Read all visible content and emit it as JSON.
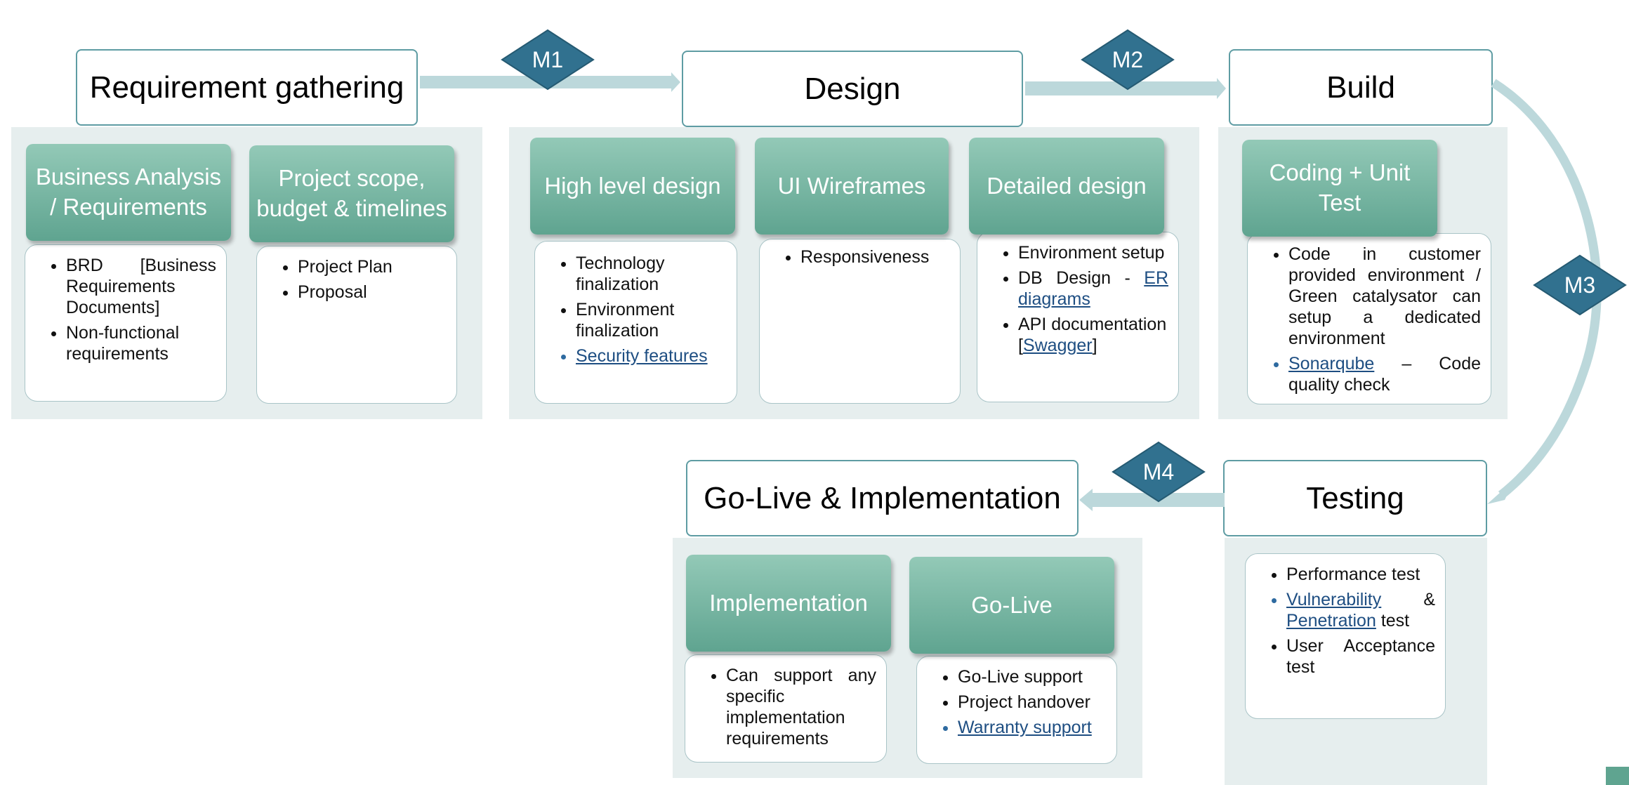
{
  "phases": {
    "requirement": "Requirement gathering",
    "design": "Design",
    "build": "Build",
    "testing": "Testing",
    "golive": "Go-Live & Implementation"
  },
  "milestones": {
    "m1": "M1",
    "m2": "M2",
    "m3": "M3",
    "m4": "M4"
  },
  "tiles": {
    "business_analysis": "Business Analysis / Requirements",
    "project_scope": "Project scope, budget & timelines",
    "high_level_design": "High level design",
    "ui_wireframes": "UI Wireframes",
    "detailed_design": "Detailed design",
    "coding": "Coding + Unit Test",
    "implementation": "Implementation",
    "golive": "Go-Live"
  },
  "lists": {
    "business_analysis": [
      "BRD [Business Requirements Documents]",
      "Non-functional requirements"
    ],
    "project_scope": [
      "Project Plan",
      "Proposal"
    ],
    "high_level_design": [
      "Technology finalization",
      "Environment finalization",
      "Security features"
    ],
    "ui_wireframes": [
      "Responsiveness"
    ],
    "detailed_design": {
      "env_setup": "Environment setup",
      "db_prefix": "DB Design - ",
      "db_link": "ER diagrams",
      "api_prefix": "API documentation [",
      "api_link": "Swagger",
      "api_suffix": "]"
    },
    "coding": {
      "item1": "Code in customer provided environment / Green catalysator can setup a dedicated environment",
      "sonar_link": "Sonarqube",
      "sonar_suffix": " – Code quality check"
    },
    "testing": {
      "perf": "Performance test",
      "vuln_link": "Vulnerability",
      "amp": " & ",
      "pen_link": "Penetration",
      "pen_suffix": " test",
      "uat": "User Acceptance test"
    },
    "implementation": [
      "Can support any specific implementation requirements"
    ],
    "golive": [
      "Go-Live support",
      "Project handover",
      "Warranty support"
    ]
  },
  "colors": {
    "accent_teal": "#5e9ca3",
    "arrow": "#bcd8db",
    "milestone_fill": "#31718f",
    "tile_top": "#93c9b7",
    "tile_bottom": "#5fa490",
    "band": "#e6eeee",
    "link": "#1e4e82"
  }
}
